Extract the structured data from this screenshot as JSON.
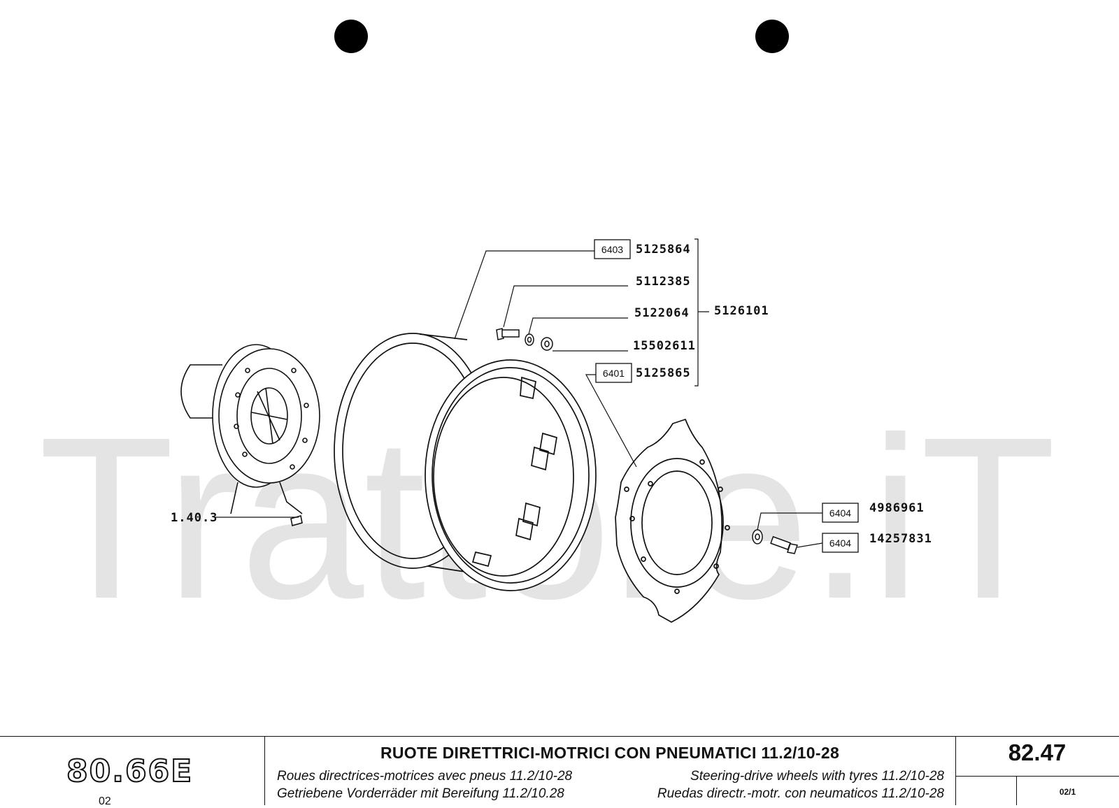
{
  "watermark": "Trattore.iT",
  "parts": {
    "p1": {
      "ref": "6403",
      "number": "5125864"
    },
    "p2": {
      "number": "5112385"
    },
    "p3": {
      "number": "5122064"
    },
    "p4": {
      "number": "15502611"
    },
    "p5": {
      "ref": "6401",
      "number": "5125865"
    },
    "assembly": {
      "number": "5126101"
    },
    "p6": {
      "ref": "6404",
      "number": "4986961"
    },
    "p7": {
      "ref": "6404",
      "number": "14257831"
    },
    "hub": {
      "number": "1.40.3"
    }
  },
  "title_block": {
    "model": "80.66E",
    "model_sub": "02",
    "title": "RUOTE DIRETTRICI-MOTRICI CON PNEUMATICI 11.2/10-28",
    "fr": "Roues directrices-motrices avec pneus 11.2/10-28",
    "en": "Steering-drive wheels with tyres 11.2/10-28",
    "de": "Getriebene Vorderräder mit Bereifung 11.2/10.28",
    "es": "Ruedas directr.-motr. con neumaticos 11.2/10-28",
    "page": "82.47",
    "sheet": "02/1"
  }
}
